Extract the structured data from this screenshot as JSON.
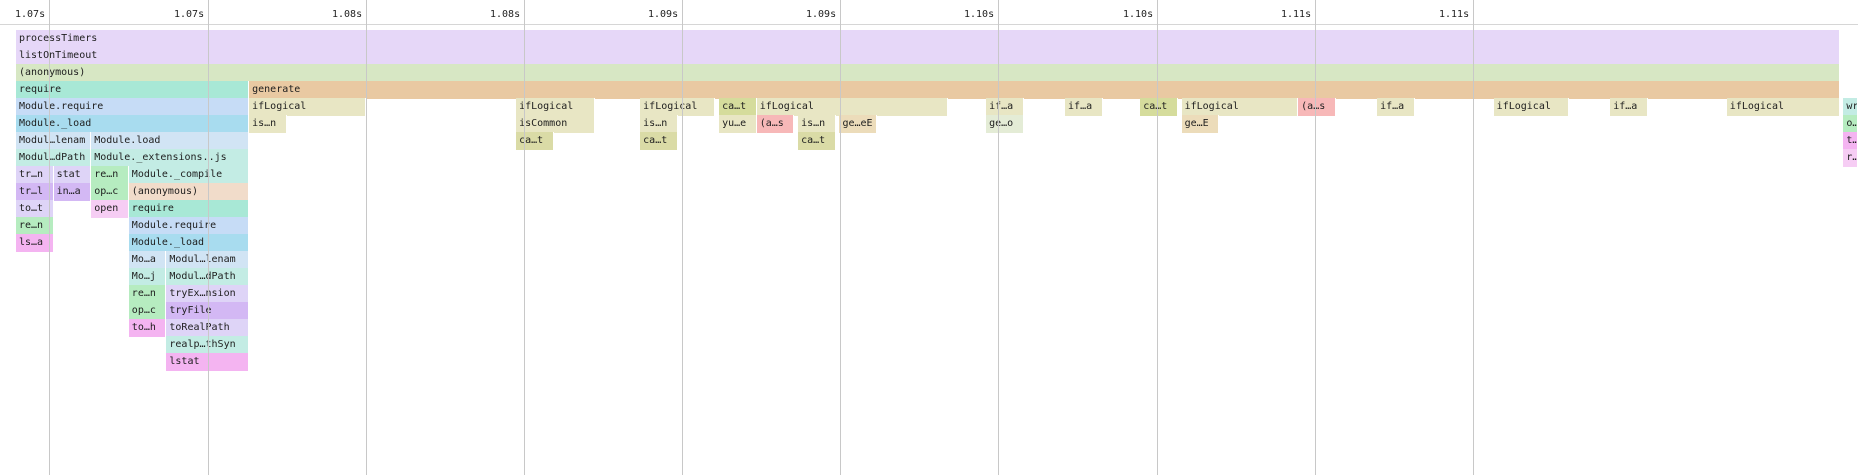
{
  "timeline": {
    "tick_labels": [
      "1.07s",
      "1.07s",
      "1.08s",
      "1.08s",
      "1.09s",
      "1.09s",
      "1.10s",
      "1.10s",
      "1.11s",
      "1.11s"
    ]
  },
  "frames": [
    {
      "label": "processTimers",
      "depth": 0,
      "start_ms": 1067.5,
      "end_ms": 1116.0,
      "color": "#e6d7f8"
    },
    {
      "label": "listOnTimeout",
      "depth": 1,
      "start_ms": 1067.5,
      "end_ms": 1116.0,
      "color": "#e6d7f8"
    },
    {
      "label": "(anonymous)",
      "depth": 2,
      "start_ms": 1067.5,
      "end_ms": 1116.0,
      "color": "#d7e7c4"
    },
    {
      "label": "require",
      "depth": 3,
      "start_ms": 1067.5,
      "end_ms": 1073.7,
      "color": "#a8e8d6"
    },
    {
      "label": "generate",
      "depth": 3,
      "start_ms": 1073.7,
      "end_ms": 1116.0,
      "color": "#e9c9a2"
    },
    {
      "label": "Module.require",
      "depth": 4,
      "start_ms": 1067.5,
      "end_ms": 1073.7,
      "color": "#c6dcf6"
    },
    {
      "label": "Module._load",
      "depth": 5,
      "start_ms": 1067.5,
      "end_ms": 1073.7,
      "color": "#a8dcef"
    },
    {
      "label": "Modul…lenam",
      "depth": 6,
      "start_ms": 1067.5,
      "end_ms": 1069.5,
      "color": "#d1e4f4"
    },
    {
      "label": "Module.load",
      "depth": 6,
      "start_ms": 1069.5,
      "end_ms": 1073.7,
      "color": "#d1e4f4"
    },
    {
      "label": "Modul…dPath",
      "depth": 7,
      "start_ms": 1067.5,
      "end_ms": 1069.5,
      "color": "#c3ece4"
    },
    {
      "label": "Module._extensions..js",
      "depth": 7,
      "start_ms": 1069.5,
      "end_ms": 1073.7,
      "color": "#c3ece4"
    },
    {
      "label": "tr…n",
      "depth": 8,
      "start_ms": 1067.5,
      "end_ms": 1068.5,
      "color": "#ded4f7"
    },
    {
      "label": "stat",
      "depth": 8,
      "start_ms": 1068.5,
      "end_ms": 1069.5,
      "color": "#ded4f7"
    },
    {
      "label": "re…n",
      "depth": 8,
      "start_ms": 1069.5,
      "end_ms": 1070.5,
      "color": "#b6ecc0"
    },
    {
      "label": "Module._compile",
      "depth": 8,
      "start_ms": 1070.5,
      "end_ms": 1073.7,
      "color": "#c3ece4"
    },
    {
      "label": "tr…l",
      "depth": 9,
      "start_ms": 1067.5,
      "end_ms": 1068.5,
      "color": "#d3b8f4"
    },
    {
      "label": "in…a",
      "depth": 9,
      "start_ms": 1068.5,
      "end_ms": 1069.5,
      "color": "#d3b8f4"
    },
    {
      "label": "op…c",
      "depth": 9,
      "start_ms": 1069.5,
      "end_ms": 1070.5,
      "color": "#b6ecc0"
    },
    {
      "label": "(anonymous)",
      "depth": 9,
      "start_ms": 1070.5,
      "end_ms": 1073.7,
      "color": "#f1dcca"
    },
    {
      "label": "to…t",
      "depth": 10,
      "start_ms": 1067.5,
      "end_ms": 1068.5,
      "color": "#ded4f7"
    },
    {
      "label": "open",
      "depth": 10,
      "start_ms": 1069.5,
      "end_ms": 1070.5,
      "color": "#f6cdf4"
    },
    {
      "label": "require",
      "depth": 10,
      "start_ms": 1070.5,
      "end_ms": 1073.7,
      "color": "#a8e8d6"
    },
    {
      "label": "re…n",
      "depth": 11,
      "start_ms": 1067.5,
      "end_ms": 1068.5,
      "color": "#b6ecc0"
    },
    {
      "label": "Module.require",
      "depth": 11,
      "start_ms": 1070.5,
      "end_ms": 1073.7,
      "color": "#c6dcf6"
    },
    {
      "label": "ls…a",
      "depth": 12,
      "start_ms": 1067.5,
      "end_ms": 1068.5,
      "color": "#f4b4f1"
    },
    {
      "label": "Module._load",
      "depth": 12,
      "start_ms": 1070.5,
      "end_ms": 1073.7,
      "color": "#a8dcef"
    },
    {
      "label": "Mo…a",
      "depth": 13,
      "start_ms": 1070.5,
      "end_ms": 1071.5,
      "color": "#d1e4f4"
    },
    {
      "label": "Modul…lenam",
      "depth": 13,
      "start_ms": 1071.5,
      "end_ms": 1073.7,
      "color": "#d1e4f4"
    },
    {
      "label": "Mo…j",
      "depth": 14,
      "start_ms": 1070.5,
      "end_ms": 1071.5,
      "color": "#c3ece4"
    },
    {
      "label": "Modul…dPath",
      "depth": 14,
      "start_ms": 1071.5,
      "end_ms": 1073.7,
      "color": "#c3ece4"
    },
    {
      "label": "re…n",
      "depth": 15,
      "start_ms": 1070.5,
      "end_ms": 1071.5,
      "color": "#b6ecc0"
    },
    {
      "label": "tryEx…nsion",
      "depth": 15,
      "start_ms": 1071.5,
      "end_ms": 1073.7,
      "color": "#ded4f7"
    },
    {
      "label": "op…c",
      "depth": 16,
      "start_ms": 1070.5,
      "end_ms": 1071.5,
      "color": "#b6ecc0"
    },
    {
      "label": "tryFile",
      "depth": 16,
      "start_ms": 1071.5,
      "end_ms": 1073.7,
      "color": "#d3b8f4"
    },
    {
      "label": "to…h",
      "depth": 17,
      "start_ms": 1070.5,
      "end_ms": 1071.5,
      "color": "#f4b4f1"
    },
    {
      "label": "toRealPath",
      "depth": 17,
      "start_ms": 1071.5,
      "end_ms": 1073.7,
      "color": "#ded4f7"
    },
    {
      "label": "realp…thSyn",
      "depth": 18,
      "start_ms": 1071.5,
      "end_ms": 1073.7,
      "color": "#c3ece4"
    },
    {
      "label": "lstat",
      "depth": 19,
      "start_ms": 1071.5,
      "end_ms": 1073.7,
      "color": "#f4b4f1"
    },
    {
      "label": "ifLogical",
      "depth": 4,
      "start_ms": 1073.7,
      "end_ms": 1076.8,
      "color": "#e8e6c4"
    },
    {
      "label": "is…n",
      "depth": 5,
      "start_ms": 1073.7,
      "end_ms": 1074.7,
      "color": "#e8e6c4"
    },
    {
      "label": "ifLogical",
      "depth": 4,
      "start_ms": 1080.8,
      "end_ms": 1082.9,
      "color": "#e8e6c4"
    },
    {
      "label": "isCommon",
      "depth": 5,
      "start_ms": 1080.8,
      "end_ms": 1082.9,
      "color": "#e8e6c4"
    },
    {
      "label": "ca…t",
      "depth": 6,
      "start_ms": 1080.8,
      "end_ms": 1081.8,
      "color": "#dadba6"
    },
    {
      "label": "ifLogical",
      "depth": 4,
      "start_ms": 1084.1,
      "end_ms": 1086.1,
      "color": "#e8e6c4"
    },
    {
      "label": "is…n",
      "depth": 5,
      "start_ms": 1084.1,
      "end_ms": 1085.1,
      "color": "#e8e6c4"
    },
    {
      "label": "ca…t",
      "depth": 6,
      "start_ms": 1084.1,
      "end_ms": 1085.1,
      "color": "#dadba6"
    },
    {
      "label": "ca…t",
      "depth": 4,
      "start_ms": 1086.2,
      "end_ms": 1087.2,
      "color": "#d5dc9c"
    },
    {
      "label": "yu…e",
      "depth": 5,
      "start_ms": 1086.2,
      "end_ms": 1087.2,
      "color": "#e8e6c4"
    },
    {
      "label": "ifLogical",
      "depth": 4,
      "start_ms": 1087.2,
      "end_ms": 1092.3,
      "color": "#e8e6c4"
    },
    {
      "label": "(a…s",
      "depth": 5,
      "start_ms": 1087.2,
      "end_ms": 1088.2,
      "color": "#f7b8b8"
    },
    {
      "label": "is…n",
      "depth": 5,
      "start_ms": 1088.3,
      "end_ms": 1089.3,
      "color": "#e8e6c4"
    },
    {
      "label": "ca…t",
      "depth": 6,
      "start_ms": 1088.3,
      "end_ms": 1089.3,
      "color": "#dadba6"
    },
    {
      "label": "ge…eE",
      "depth": 5,
      "start_ms": 1089.4,
      "end_ms": 1090.4,
      "color": "#ecdcba"
    },
    {
      "label": "if…a",
      "depth": 4,
      "start_ms": 1093.3,
      "end_ms": 1094.3,
      "color": "#e8e6c4"
    },
    {
      "label": "ge…o",
      "depth": 5,
      "start_ms": 1093.3,
      "end_ms": 1094.3,
      "color": "#e4ecd6"
    },
    {
      "label": "if…a",
      "depth": 4,
      "start_ms": 1095.4,
      "end_ms": 1096.4,
      "color": "#e8e6c4"
    },
    {
      "label": "ca…t",
      "depth": 4,
      "start_ms": 1097.4,
      "end_ms": 1098.4,
      "color": "#d5dc9c"
    },
    {
      "label": "ifLogical",
      "depth": 4,
      "start_ms": 1098.5,
      "end_ms": 1101.6,
      "color": "#e8e6c4"
    },
    {
      "label": "ge…E",
      "depth": 5,
      "start_ms": 1098.5,
      "end_ms": 1099.5,
      "color": "#ecdcba"
    },
    {
      "label": "(a…s",
      "depth": 4,
      "start_ms": 1101.6,
      "end_ms": 1102.6,
      "color": "#f7b8b8"
    },
    {
      "label": "if…a",
      "depth": 4,
      "start_ms": 1103.7,
      "end_ms": 1104.7,
      "color": "#e8e6c4"
    },
    {
      "label": "ifLogical",
      "depth": 4,
      "start_ms": 1106.8,
      "end_ms": 1108.8,
      "color": "#e8e6c4"
    },
    {
      "label": "if…a",
      "depth": 4,
      "start_ms": 1109.9,
      "end_ms": 1110.9,
      "color": "#e8e6c4"
    },
    {
      "label": "ifLogical",
      "depth": 4,
      "start_ms": 1113.0,
      "end_ms": 1116.0,
      "color": "#e8e6c4"
    },
    {
      "label": "wri…yn",
      "depth": 4,
      "start_ms": 1116.1,
      "end_ms": 1117.2,
      "color": "#c3ece4"
    },
    {
      "label": "o…c",
      "depth": 5,
      "start_ms": 1116.1,
      "end_ms": 1116.9,
      "color": "#b6ecc0"
    },
    {
      "label": "t…h",
      "depth": 6,
      "start_ms": 1116.1,
      "end_ms": 1116.9,
      "color": "#f4b4f1"
    },
    {
      "label": "r…v",
      "depth": 7,
      "start_ms": 1116.1,
      "end_ms": 1116.9,
      "color": "#f6cdf4"
    }
  ]
}
